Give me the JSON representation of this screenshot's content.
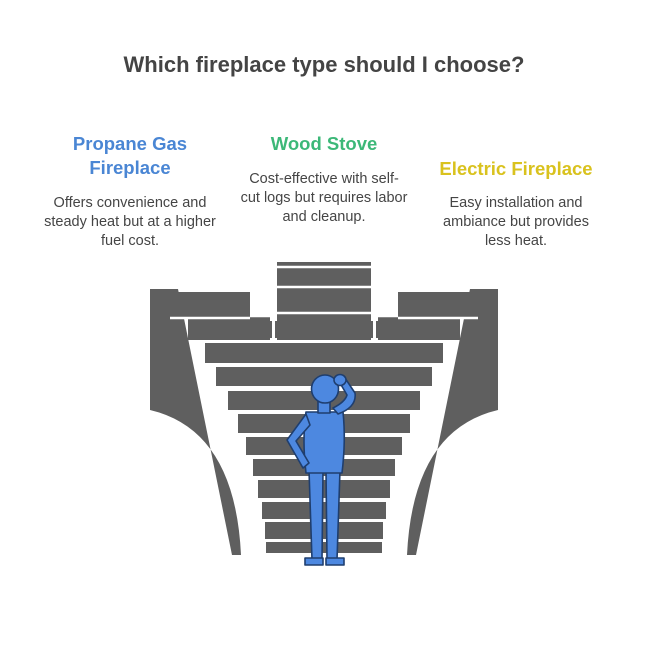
{
  "title": "Which fireplace type should I choose?",
  "colors": {
    "propane": "#4a86d4",
    "wood": "#3cb878",
    "electric": "#d9c21e",
    "structure": "#5f5f5f",
    "step_edge": "#ffffff",
    "person": "#4d88e0",
    "person_outline": "#1f3e6e"
  },
  "options": [
    {
      "title": "Propane Gas Fireplace",
      "description": "Offers convenience and steady heat but at a higher fuel cost."
    },
    {
      "title": "Wood Stove",
      "description": "Cost-effective with self-cut logs but requires labor and cleanup."
    },
    {
      "title": "Electric Fireplace",
      "description": "Easy installation and ambiance but provides less heat."
    }
  ],
  "icons": {
    "person": "person-thinking-icon",
    "staircase": "staircase-funnel-icon"
  }
}
